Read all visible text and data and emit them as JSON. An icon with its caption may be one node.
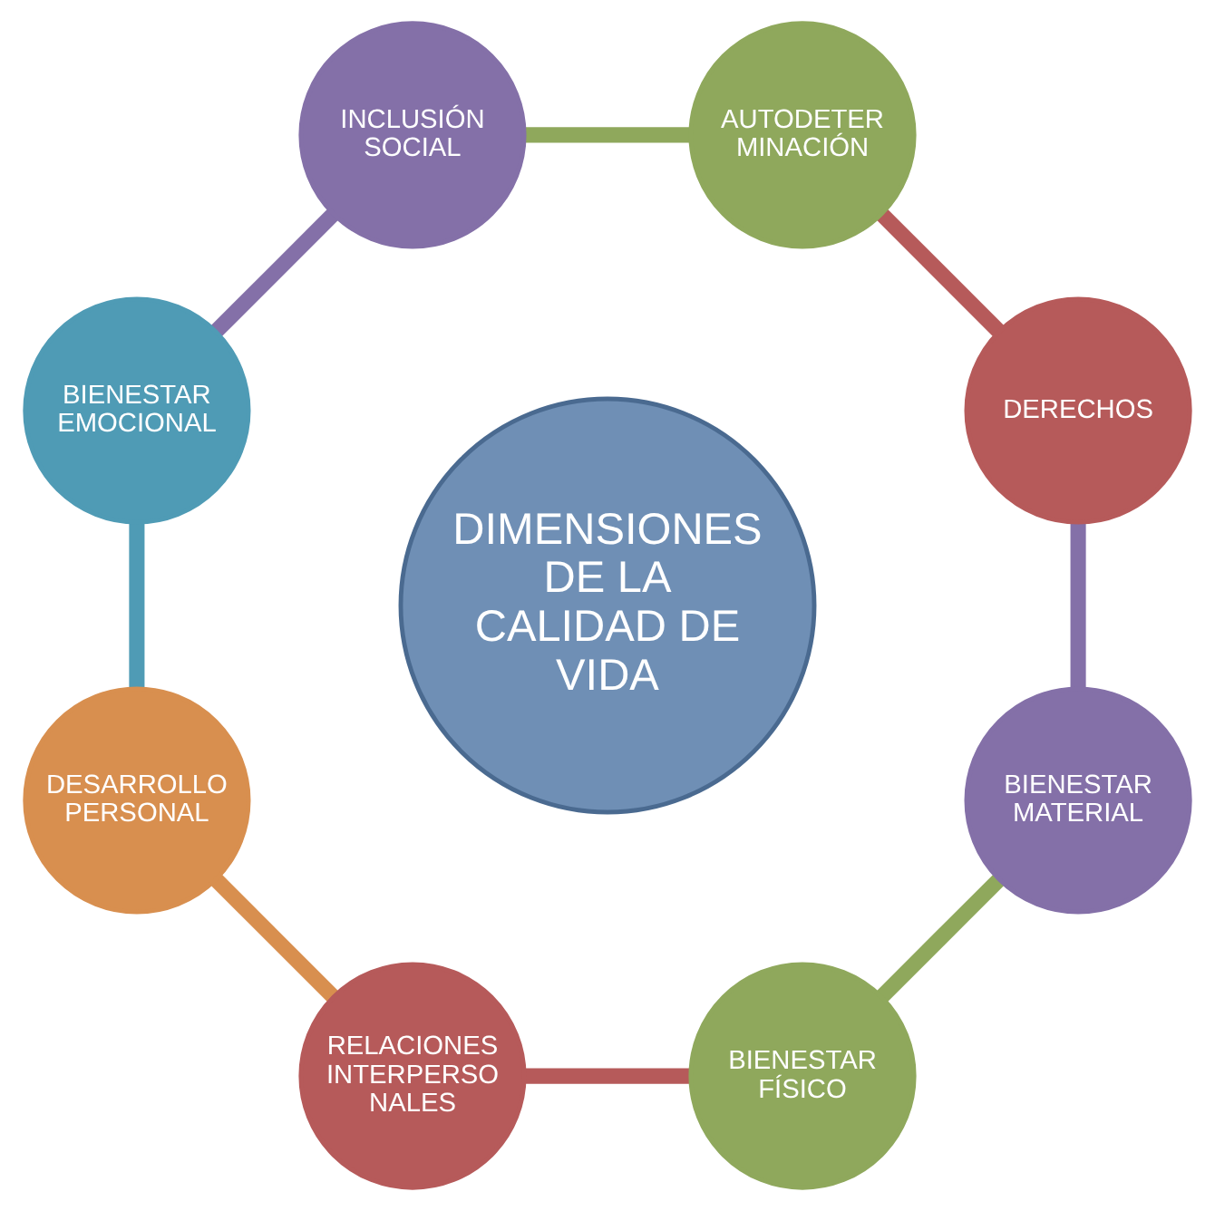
{
  "diagram": {
    "nodes": [
      {
        "text": [
          "DIMENSIONES DE LA CALIDAD DE VIDA"
        ]
      },
      {
        "text": [
          "DERECHOS"
        ]
      },
      {
        "text": [
          "AUTODETER MINACIÓN"
        ]
      },
      {
        "text": [
          "INCLUSIÓN SOCIAL"
        ]
      },
      {
        "text": [
          "BIENESTAR EMOCIONAL"
        ]
      },
      {
        "text": [
          "DESARROLLO PERSONAL"
        ]
      },
      {
        "text": [
          "RELACIONES INTERPERSO NALES"
        ]
      },
      {
        "text": [
          "BIENESTAR FÍSICO"
        ]
      },
      {
        "text": [
          "BIENESTAR MATERIAL"
        ]
      }
    ],
    "edges": [
      {
        "from": 1,
        "to": 2,
        "arrow": "none",
        "color": "#b65a5a"
      },
      {
        "from": 2,
        "to": 3,
        "arrow": "none",
        "color": "#8fa85c"
      },
      {
        "from": 3,
        "to": 4,
        "arrow": "none",
        "color": "#8470a8"
      },
      {
        "from": 4,
        "to": 5,
        "arrow": "none",
        "color": "#4f9bb5"
      },
      {
        "from": 5,
        "to": 6,
        "arrow": "none",
        "color": "#d88f4f"
      },
      {
        "from": 6,
        "to": 7,
        "arrow": "none",
        "color": "#b65a5a"
      },
      {
        "from": 7,
        "to": 8,
        "arrow": "none",
        "color": "#8fa85c"
      },
      {
        "from": 8,
        "to": 1,
        "arrow": "none",
        "color": "#8470a8"
      }
    ]
  }
}
